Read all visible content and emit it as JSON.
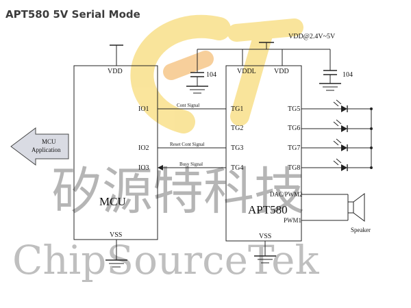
{
  "title": "APT580 5V Serial Mode",
  "supply_label": "VDD@2.4V~5V",
  "mcu": {
    "name": "MCU",
    "pins": {
      "vdd": "VDD",
      "io1": "IO1",
      "io2": "IO2",
      "io3": "IO3",
      "vss": "VSS"
    }
  },
  "apt": {
    "name": "APT580",
    "pins": {
      "vddl": "VDDL",
      "vdd": "VDD",
      "tg1": "TG1",
      "tg2": "TG2",
      "tg3": "TG3",
      "tg4": "TG4",
      "tg5": "TG5",
      "tg6": "TG6",
      "tg7": "TG7",
      "tg8": "TG8",
      "dac": "DAC/PWM2",
      "pwm1": "PWM1",
      "vss": "VSS"
    }
  },
  "signals": {
    "io1": "Cont Signal",
    "io2": "Reset Cont Signal",
    "io3": "Busy Signal"
  },
  "capacitors": {
    "left": "104",
    "right": "104"
  },
  "mcu_application": {
    "line1": "MCU",
    "line2": "Application"
  },
  "speaker_label": "Speaker",
  "watermark": {
    "cn": "矽源特科技",
    "en": "ChipSourceTek"
  },
  "colors": {
    "logo_yellow": "#f5cf4a",
    "logo_orange": "#f1a94b",
    "line": "#222222"
  }
}
